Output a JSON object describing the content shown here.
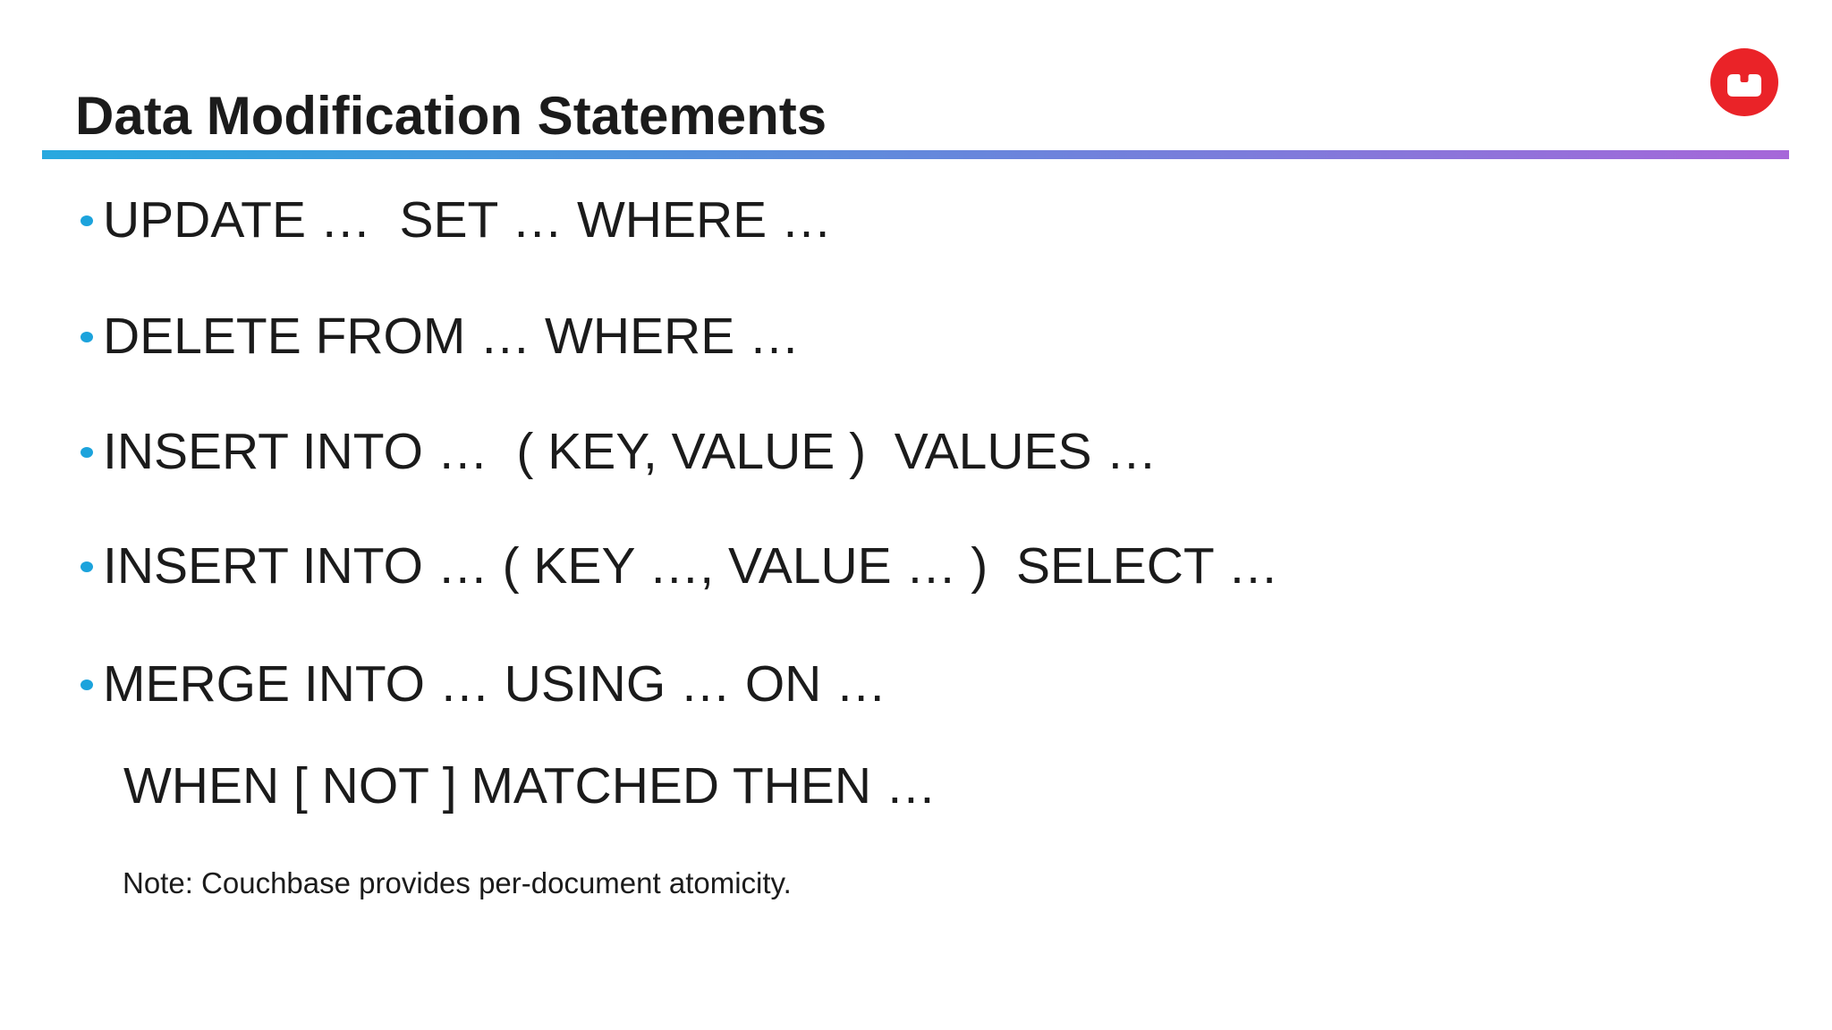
{
  "slide": {
    "title": "Data Modification Statements",
    "bullets": [
      "UPDATE …  SET … WHERE …",
      "DELETE FROM … WHERE …",
      "INSERT INTO …  ( KEY, VALUE )  VALUES …",
      "INSERT INTO … ( KEY …, VALUE … )  SELECT …",
      "MERGE INTO … USING … ON …"
    ],
    "continuation": "WHEN [ NOT ] MATCHED THEN …",
    "note": "Note: Couchbase provides per-document atomicity.",
    "logo": "couchbase-logo",
    "colors": {
      "accent_left": "#28A8DF",
      "accent_right": "#A667D9",
      "bullet": "#1CA3DC",
      "text": "#1B1B1B",
      "logo_red": "#EA2328"
    }
  }
}
